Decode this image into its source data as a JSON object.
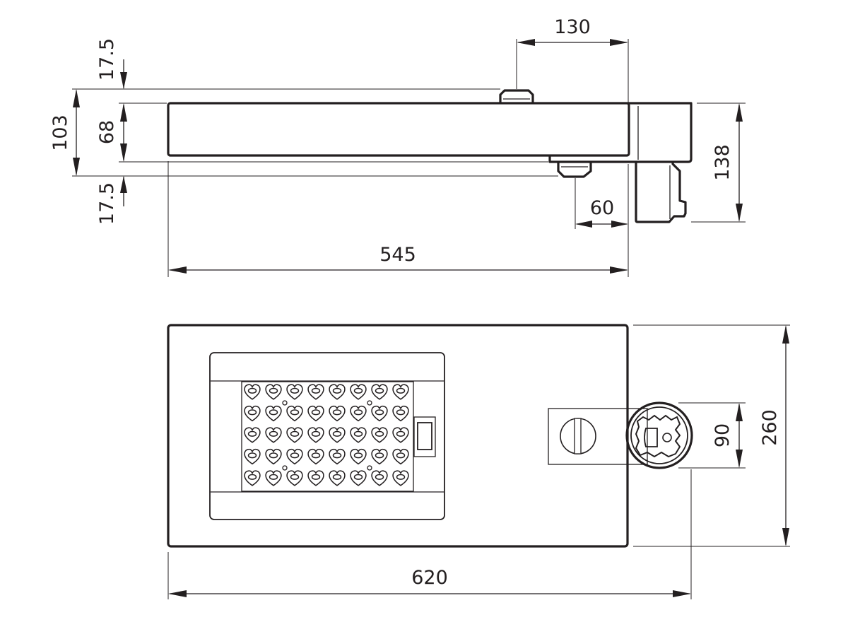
{
  "dimensions": {
    "side_view": {
      "mount_offset": "130",
      "top_offset": "17.5",
      "overall_height": "103",
      "body_height": "68",
      "bottom_offset": "17.5",
      "bracket_height": "138",
      "spigot_offset": "60",
      "body_length": "545"
    },
    "top_view": {
      "spigot_diameter": "90",
      "overall_width": "260",
      "overall_length": "620"
    }
  },
  "led_array": {
    "rows": 5,
    "columns": 8
  }
}
